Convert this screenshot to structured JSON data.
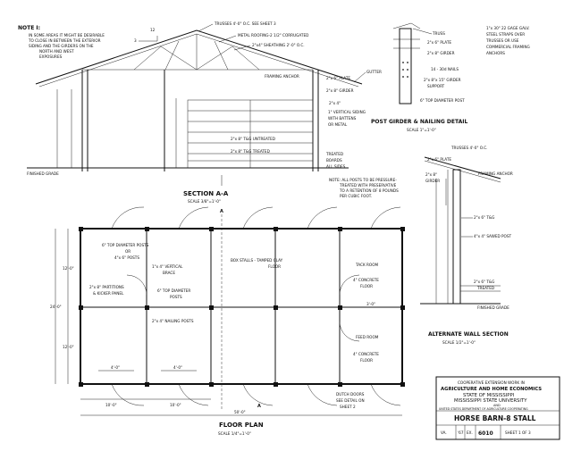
{
  "note": {
    "heading": "NOTE I:",
    "lines": [
      "IN SOME AREAS IT MIGHT BE DESIRABLE",
      "TO CLOSE IN BETWEEN THE EXTERIOR",
      "SIDING AND THE GIRDERS ON THE",
      "NORTH AND WEST",
      "EXPOSURES"
    ]
  },
  "section_aa": {
    "title": "SECTION A-A",
    "scale": "SCALE 3/8\"=1'-0\"",
    "labels": {
      "trusses": "TRUSSES 4'-0\" O.C. SEE SHEET 3",
      "roofing": "METAL ROOFING-2 1/2\" CORRUGATED",
      "sheathing": "2\"x4\" SHEATHING 2'-0\" O.C.",
      "framing_anchor": "FRAMING ANCHOR",
      "gutter": "GUTTER",
      "plate": "2\"x 6\" PLATE",
      "girder": "2\"x 8\" GIRDER",
      "nailer": "2\"x 4\"",
      "siding1": "1\" VERTICAL SIDING",
      "siding2": "WITH BATTENS",
      "siding3": "OR METAL",
      "untreated": "2\"x 8\" T&G UNTREATED",
      "treated": "2\"x 8\" T&G TREATED",
      "treated_boards1": "TREATED",
      "treated_boards2": "BOARDS",
      "treated_boards3": "ALL SIDES",
      "finished_grade": "FINISHED GRADE",
      "dim_top": "12",
      "dim_pitch": "3",
      "note_posts1": "NOTE: ALL POSTS TO BE PRESSURE-",
      "note_posts2": "TREATED WITH PRESERVATIVE",
      "note_posts3": "TO A RETENTION OF 8 POUNDS",
      "note_posts4": "PER CUBIC FOOT."
    }
  },
  "post_girder_detail": {
    "title": "POST GIRDER & NAILING DETAIL",
    "scale": "SCALE 1\"=1'-0\"",
    "labels": {
      "truss": "TRUSS",
      "plate": "2\"x 6\" PLATE",
      "girder": "2\"x 8\" GIRDER",
      "nails": "14 - 30d NAILS",
      "girder_support1": "2\"x 8\"x 15\" GIRDER",
      "girder_support2": "SUPPORT",
      "post": "6\" TOP DIAMETER POST",
      "straps1": "1\"x 30\" 22 GAGE GALV.",
      "straps2": "STEEL STRAPS OVER",
      "straps3": "TRUSSES OR USE",
      "straps4": "COMMERCIAL FRAMING",
      "straps5": "ANCHORS"
    }
  },
  "alternate_wall": {
    "title": "ALTERNATE WALL SECTION",
    "scale": "SCALE 1/2\"=1'-0\"",
    "labels": {
      "trusses": "TRUSSES 4'-0\" O.C.",
      "plate": "2\"x 6\" PLATE",
      "girder1": "2\"x 8\"",
      "girder2": "GIRDER",
      "framing_anchor": "FRAMING ANCHOR",
      "tg": "2\"x 6\" T&G",
      "sawed_post": "4\"x 4\" SAWED POST",
      "tg_treated1": "2\"x 6\" T&G",
      "tg_treated2": "TREATED",
      "finished_grade": "FINISHED GRADE"
    }
  },
  "floor_plan": {
    "title": "FLOOR PLAN",
    "scale": "SCALE 1/4\"=1'-0\"",
    "labels": {
      "posts1": "6\" TOP DIAMETER POSTS",
      "posts2": "OR",
      "posts3": "4\"x 6\" POSTS",
      "vertical_brace1": "1\"x 4\" VERTICAL",
      "vertical_brace2": "BRACE",
      "partitions1": "2\"x 8\" PARTITIONS",
      "partitions2": "& KICKER PANEL",
      "top_posts1": "6\" TOP DIAMETER",
      "top_posts2": "POSTS",
      "nailing_posts": "2\"x 4\" NAILING POSTS",
      "box_stalls1": "BOX STALLS - TAMPED CLAY",
      "box_stalls2": "FLOOR",
      "tack_room": "TACK ROOM",
      "concrete1a": "4\" CONCRETE",
      "concrete1b": "FLOOR",
      "feed_room": "FEED ROOM",
      "concrete2a": "4\" CONCRETE",
      "concrete2b": "FLOOR",
      "dutch1": "DUTCH DOORS",
      "dutch2": "SEE DETAIL ON",
      "dutch3": "SHEET 2",
      "dim_total": "50'-0\"",
      "dim_10a": "10'-0\"",
      "dim_10b": "10'-0\"",
      "dim_4a": "4'-0\"",
      "dim_4b": "4'-0\"",
      "dim_3": "3'-0\"",
      "dim_24": "24'-0\"",
      "dim_12a": "12'-0\"",
      "dim_12b": "12'-0\"",
      "section_mark": "A"
    }
  },
  "title_block": {
    "line1": "COOPERATIVE EXTENSION WORK IN",
    "line2": "AGRICULTURE AND HOME ECONOMICS",
    "line3": "STATE OF MISSISSIPPI",
    "line4": "MISSISSIPPI STATE UNIVERSITY",
    "line5": "AND",
    "line6": "UNITED STATES DEPARTMENT OF AGRICULTURE COOPERATING",
    "drawing_title": "HORSE BARN-8 STALL",
    "cell_state": "VA.",
    "cell_year": "'67",
    "cell_prefix": "EX.",
    "cell_number": "6010",
    "cell_sheet": "SHEET 1 OF 3"
  }
}
